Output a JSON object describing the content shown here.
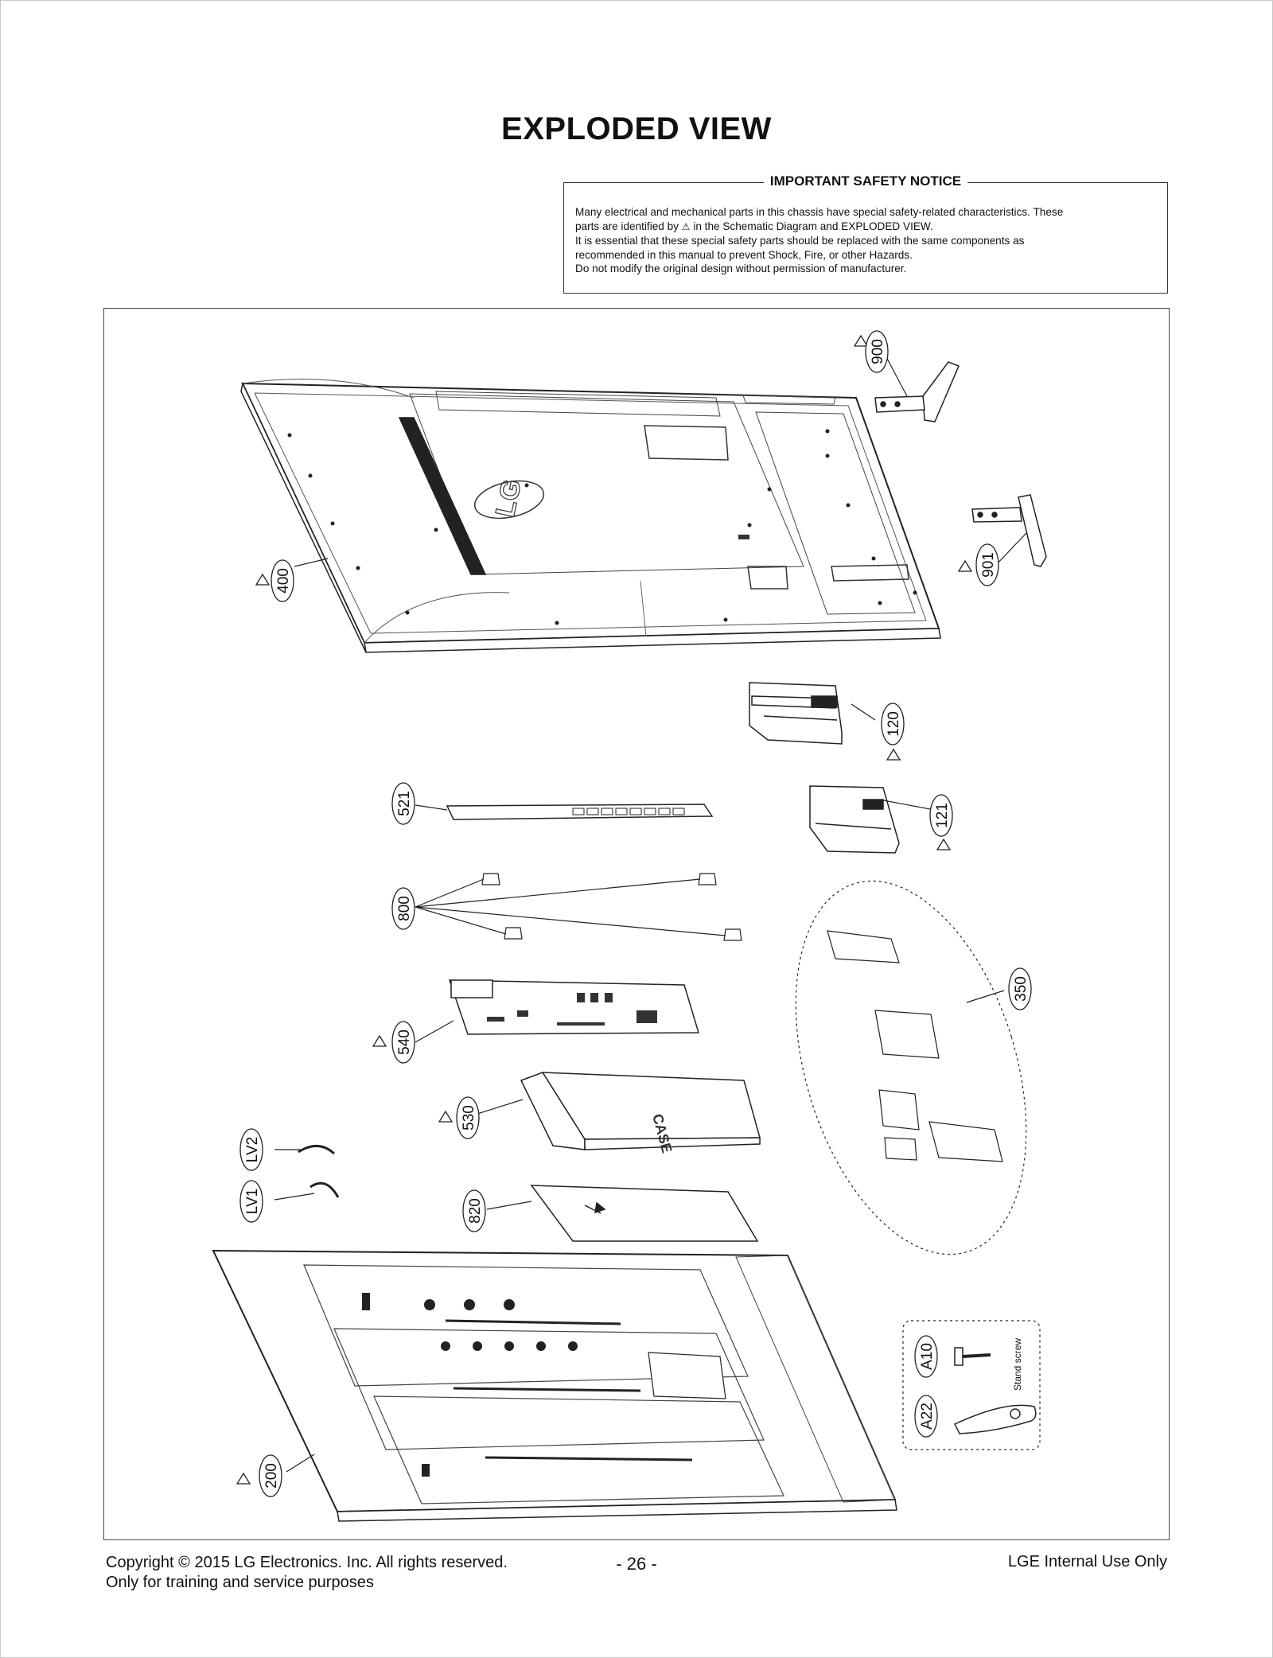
{
  "title": "EXPLODED VIEW",
  "notice": {
    "heading": "IMPORTANT SAFETY NOTICE",
    "line1": "Many electrical and mechanical parts in this chassis have special safety-related characteristics. These",
    "line2a": "parts are identified by",
    "line2b": "in the Schematic Diagram and EXPLODED VIEW.",
    "line3": "It is essential that these special safety parts should be replaced with the same components as",
    "line4": "recommended in this manual to prevent Shock, Fire, or other Hazards.",
    "line5": "Do not modify the original design without permission of manufacturer."
  },
  "parts": {
    "p900": "900",
    "p901": "901",
    "p400": "400",
    "p120": "120",
    "p121": "121",
    "p521": "521",
    "p800": "800",
    "p540": "540",
    "p350": "350",
    "p530": "530",
    "lv2": "LV2",
    "lv1": "LV1",
    "p820": "820",
    "pA10": "A10",
    "pA22": "A22",
    "p200": "200"
  },
  "accessory_label": "Stand screw",
  "footer": {
    "copyright": "Copyright  © 2015 LG Electronics. Inc. All rights reserved.",
    "purpose": "Only for training and service purposes",
    "page": "- 26 -",
    "internal": "LGE Internal Use Only"
  }
}
